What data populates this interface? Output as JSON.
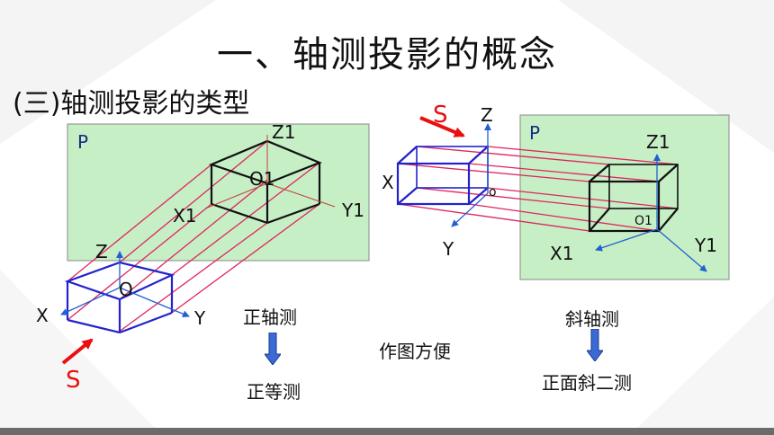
{
  "slide": {
    "title": "一、轴测投影的概念",
    "subtitle": "(三)轴测投影的类型"
  },
  "left_diagram": {
    "plane_label": "P",
    "projection_axes": {
      "z": "Z1",
      "origin": "O1",
      "x": "X1",
      "y": "Y1"
    },
    "object_axes": {
      "z": "Z",
      "origin": "O",
      "x": "X",
      "y": "Y"
    },
    "direction_label": "S"
  },
  "right_diagram": {
    "plane_label": "P",
    "projection_axes": {
      "z": "Z1",
      "origin": "O1",
      "x": "X1",
      "y": "Y1"
    },
    "object_axes": {
      "z": "Z",
      "origin": "o",
      "x": "X",
      "y": "Y"
    },
    "direction_label": "S"
  },
  "captions": {
    "left_type": "正轴测",
    "left_subtype": "正等测",
    "middle_note": "作图方便",
    "right_type": "斜轴测",
    "right_subtype": "正面斜二测"
  },
  "colors": {
    "plane_fill": "#c6efc6",
    "object_edges": "#2222cc",
    "projectors": "#e0245e",
    "direction_arrow": "#e81010",
    "axes": "#2060d0"
  }
}
